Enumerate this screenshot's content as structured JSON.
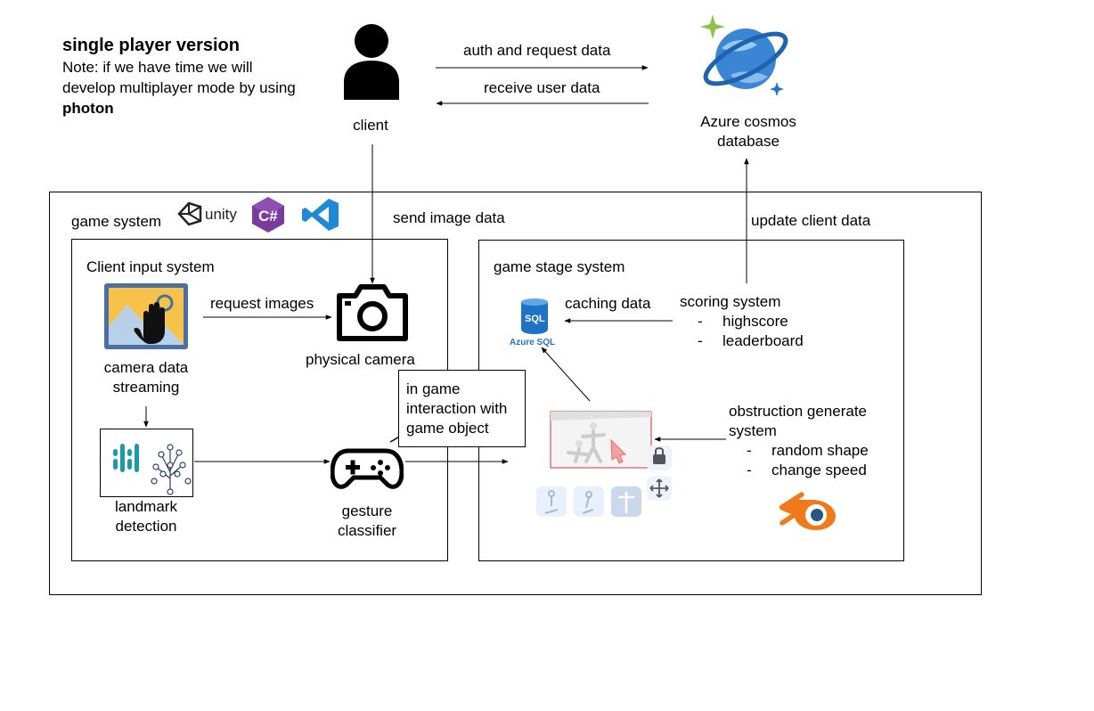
{
  "header": {
    "title": "single player version",
    "note_prefix": "Note: if we have time we will develop multiplayer mode by using ",
    "note_bold": "photon"
  },
  "client": {
    "label": "client",
    "icon": "person-icon"
  },
  "azure_cosmos": {
    "label_line1": "Azure cosmos",
    "label_line2": "database",
    "icon": "cosmos-db-icon"
  },
  "arrows": {
    "auth": "auth and request data",
    "receive": "receive user data",
    "send_image": "send image data",
    "update_client": "update client data",
    "request_images": "request images",
    "caching": "caching data"
  },
  "game_system": {
    "label": "game system",
    "logos": [
      {
        "icon": "unity-logo-icon",
        "text": "unity"
      },
      {
        "icon": "csharp-logo-icon",
        "text": "C#"
      },
      {
        "icon": "vscode-logo-icon"
      }
    ]
  },
  "client_input_system": {
    "label": "Client input system",
    "camera_streaming": {
      "line1": "camera data",
      "line2": "streaming",
      "icon": "camera-stream-icon"
    },
    "physical_camera": {
      "label": "physical camera",
      "icon": "camera-icon"
    },
    "landmark": {
      "line1": "landmark",
      "line2": "detection",
      "icon": "mediapipe-icon"
    },
    "gesture": {
      "line1": "gesture",
      "line2": "classifier",
      "icon": "gamepad-icon"
    }
  },
  "callout": {
    "line1": "in game",
    "line2": "interaction with",
    "line3": "game object"
  },
  "game_stage_system": {
    "label": "game stage system",
    "azure_sql": {
      "badge": "SQL",
      "label": "Azure SQL",
      "icon": "azure-sql-icon"
    },
    "scoring": {
      "title": "scoring system",
      "items": [
        "highscore",
        "leaderboard"
      ]
    },
    "obstruction": {
      "line1": "obstruction generate",
      "line2": "system",
      "items": [
        "random shape",
        "change speed"
      ]
    },
    "blender_icon": "blender-logo-icon",
    "game_object_icon": "game-scene-icon"
  },
  "colors": {
    "cosmos_blue": "#3a86d4",
    "cosmos_star": "#8bc34a",
    "sql_blue": "#1e73c8",
    "csharp_purple": "#7b3aa0",
    "vscode_blue": "#1e8ad6",
    "blender_orange": "#f07a1a",
    "photo_yellow": "#f6c24a",
    "photo_frame": "#4a6fa0",
    "mediapipe_teal": "#1a9aa8",
    "highlight_red": "#d32f2f"
  }
}
